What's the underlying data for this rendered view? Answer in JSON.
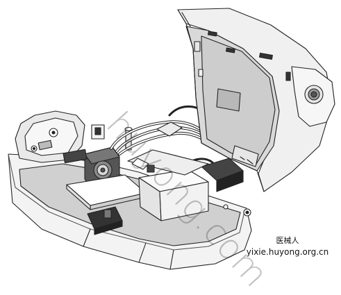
{
  "watermark": {
    "text": "huyong.com"
  },
  "caption": {
    "brand_cn": "医械人",
    "site_url": "yixie.huyong.org.cn"
  }
}
